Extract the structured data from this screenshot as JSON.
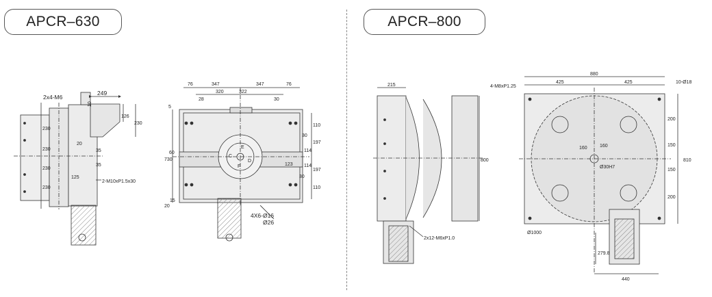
{
  "models": {
    "left": "APCR–630",
    "right": "APCR–800"
  },
  "apcr630_side": {
    "holes_top": "2x4-M6",
    "d249": "249",
    "d10": "10",
    "d126": "126",
    "d230_top": "230",
    "d230_a": "230",
    "d230_b": "230",
    "d230_c": "230",
    "d230_d": "230",
    "d20": "20",
    "d35_a": "35",
    "d35_b": "35",
    "d125": "125",
    "holes_bottom": "2-M10xP1.5x30"
  },
  "apcr630_front": {
    "d76_l": "76",
    "d347_l": "347",
    "d347_r": "347",
    "d76_r": "76",
    "d320": "320",
    "d322": "322",
    "d28": "28",
    "d30_top": "30",
    "d5": "5",
    "d730": "730",
    "d60": "60",
    "d20": "20",
    "d15": "15",
    "d110_top": "110",
    "d30_r": "30",
    "d197_a": "197",
    "d114_a": "114",
    "d114_b": "114",
    "d197_b": "197",
    "d123": "123",
    "d30_b": "30",
    "d110_bot": "110",
    "label_e": "E",
    "label_c": "C",
    "label_d": "D",
    "label_f": "F",
    "holes_center_1": "4X6-Ø16",
    "holes_center_2": "Ø26"
  },
  "apcr800_side": {
    "d215": "215",
    "d800": "800",
    "holes": "2x12-M6xP1.0"
  },
  "apcr800_top": {
    "d880": "880",
    "d425_l": "425",
    "d425_r": "425",
    "holes_tl": "4-M8xP1.25",
    "holes_tr": "10-Ø18",
    "d160_h": "160",
    "d160_v": "160",
    "bore": "Ø30H7",
    "d200_a": "200",
    "d150_a": "150",
    "d150_b": "150",
    "d200_b": "200",
    "d810": "810",
    "circle": "Ø1000",
    "d279": "279.8",
    "d440": "440"
  },
  "colors": {
    "line": "#333333",
    "fill": "#e6e6e6",
    "hatch": "#999999"
  }
}
